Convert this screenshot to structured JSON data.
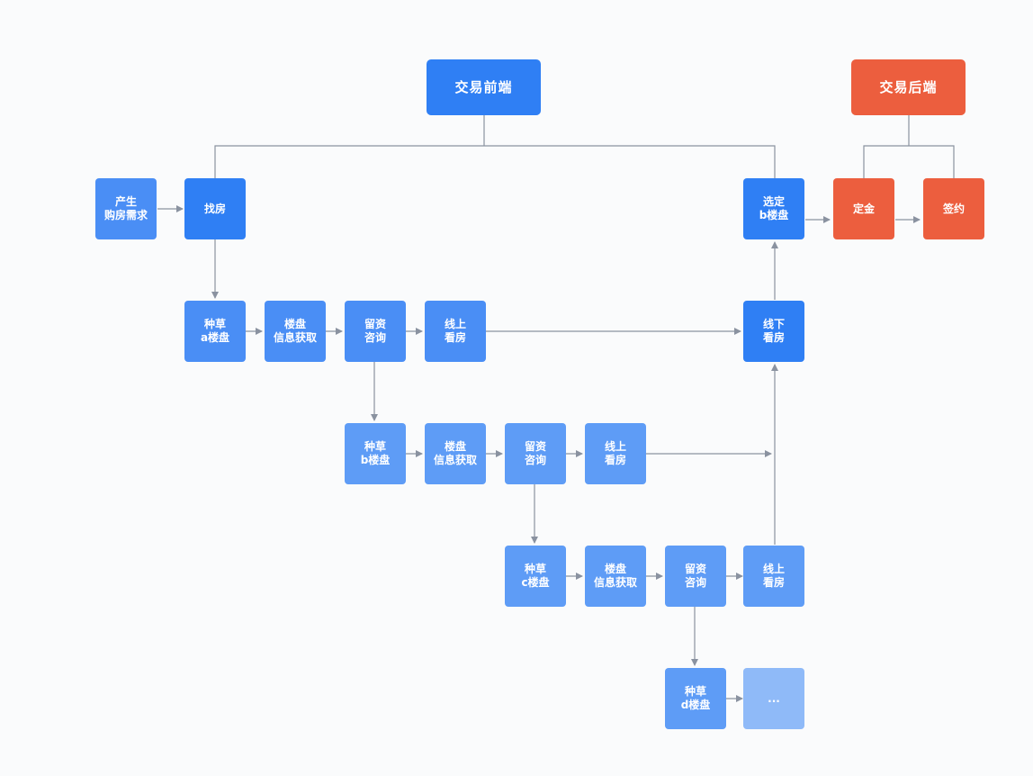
{
  "colors": {
    "front": "#2f7ff4",
    "back": "#ec5e3e",
    "connector": "#8a92a0"
  },
  "header_front": "交易前端",
  "header_back": "交易后端",
  "need": [
    "产生",
    "购房需求"
  ],
  "find": [
    "找房"
  ],
  "select": [
    "选定",
    "b楼盘"
  ],
  "deposit": [
    "定金"
  ],
  "sign": [
    "签约"
  ],
  "offline": [
    "线下",
    "看房"
  ],
  "row_a": {
    "plant": [
      "种草",
      "a楼盘"
    ],
    "info": [
      "楼盘",
      "信息获取"
    ],
    "consult": [
      "留资",
      "咨询"
    ],
    "online": [
      "线上",
      "看房"
    ]
  },
  "row_b": {
    "plant": [
      "种草",
      "b楼盘"
    ],
    "info": [
      "楼盘",
      "信息获取"
    ],
    "consult": [
      "留资",
      "咨询"
    ],
    "online": [
      "线上",
      "看房"
    ]
  },
  "row_c": {
    "plant": [
      "种草",
      "c楼盘"
    ],
    "info": [
      "楼盘",
      "信息获取"
    ],
    "consult": [
      "留资",
      "咨询"
    ],
    "online": [
      "线上",
      "看房"
    ]
  },
  "row_d": {
    "plant": [
      "种草",
      "d楼盘"
    ],
    "more": "..."
  }
}
